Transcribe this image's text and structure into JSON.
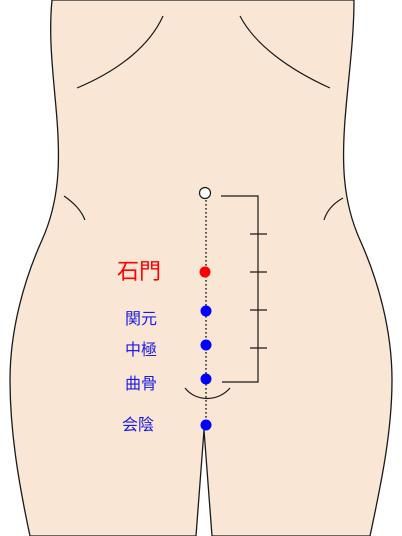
{
  "colors": {
    "skin": "#f9e6d4",
    "outline": "#1a1a1a",
    "accent_red": "#ff0000",
    "point_blue": "#0000ff",
    "label_blue": "#1a1ae6"
  },
  "points": [
    {
      "id": "top-marker",
      "label": "",
      "color": "#ffffff",
      "hollow": true
    },
    {
      "id": "sekimon",
      "label": "石門",
      "color": "#ff0000",
      "highlight": true
    },
    {
      "id": "kangen",
      "label": "関元",
      "color": "#0000ff"
    },
    {
      "id": "chukyoku",
      "label": "中極",
      "color": "#0000ff"
    },
    {
      "id": "kyokkotsu",
      "label": "曲骨",
      "color": "#0000ff"
    },
    {
      "id": "ein",
      "label": "会陰",
      "color": "#0000ff"
    }
  ],
  "scale": {
    "divisions": 5
  }
}
